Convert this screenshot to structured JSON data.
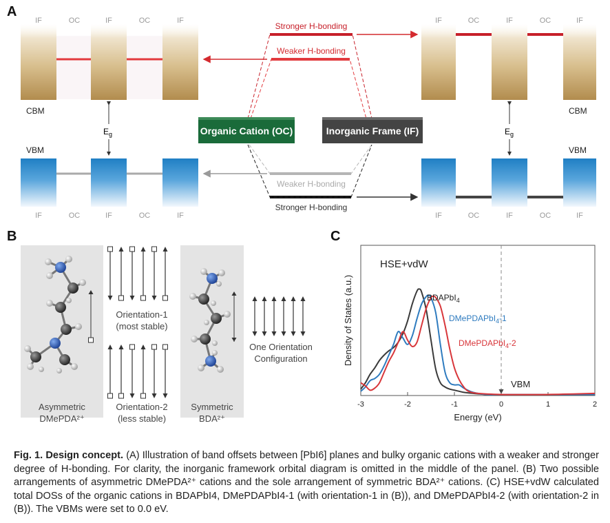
{
  "panels": {
    "a": "A",
    "b": "B",
    "c": "C"
  },
  "panel_a": {
    "if_label": "IF",
    "oc_label": "OC",
    "cbm": "CBM",
    "vbm": "VBM",
    "eg_main": "E",
    "eg_sub": "g",
    "stronger": "Stronger H-bonding",
    "weaker": "Weaker H-bonding",
    "organic_cation": "Organic Cation (OC)",
    "inorganic_frame": "Inorganic Frame (IF)",
    "colors": {
      "organic": "#1a6b3a",
      "inorganic": "#444444",
      "red": "#d42a2f",
      "gold": "#b8955a",
      "blue": "#2e86c7"
    }
  },
  "panel_b": {
    "asym_1": "Asymmetric",
    "asym_2": "DMePDA²⁺",
    "sym_1": "Symmetric",
    "sym_2": "BDA²⁺",
    "or1_1": "Orientation-1",
    "or1_2": "(most stable)",
    "or2_1": "Orientation-2",
    "or2_2": "(less stable)",
    "one_1": "One Orientation",
    "one_2": "Configuration"
  },
  "panel_c": {
    "annotation": "HSE+vdW",
    "vbm": "VBM"
  },
  "chart_data": {
    "type": "line",
    "title": "",
    "xlabel": "Energy (eV)",
    "ylabel": "Density of States (a.u.)",
    "xlim": [
      -3,
      2
    ],
    "ylim": [
      0,
      1.1
    ],
    "xticks": [
      -3,
      -2,
      -1,
      0,
      1,
      2
    ],
    "vline_x": 0,
    "series": [
      {
        "name_main": "BDAPbI",
        "name_sub": "4",
        "name_tail": "",
        "color": "#3a3a3a",
        "x": [
          -3,
          -2.9,
          -2.8,
          -2.7,
          -2.6,
          -2.5,
          -2.4,
          -2.3,
          -2.2,
          -2.1,
          -2.0,
          -1.9,
          -1.8,
          -1.75,
          -1.7,
          -1.6,
          -1.5,
          -1.4,
          -1.3,
          -1.2,
          -1.1,
          -1.0,
          -0.9,
          -0.8,
          -0.6,
          -0.3,
          0,
          1,
          2
        ],
        "y": [
          0.06,
          0.12,
          0.2,
          0.26,
          0.33,
          0.38,
          0.42,
          0.45,
          0.5,
          0.58,
          0.7,
          0.86,
          0.98,
          1.0,
          0.97,
          0.8,
          0.52,
          0.25,
          0.12,
          0.08,
          0.06,
          0.05,
          0.04,
          0.03,
          0.02,
          0.01,
          0.01,
          0.01,
          0.01
        ]
      },
      {
        "name_main": "DMePDAPbI",
        "name_sub": "4",
        "name_tail": "-1",
        "color": "#2e7bbf",
        "x": [
          -3,
          -2.9,
          -2.8,
          -2.7,
          -2.6,
          -2.5,
          -2.4,
          -2.3,
          -2.2,
          -2.1,
          -2.0,
          -1.9,
          -1.8,
          -1.7,
          -1.6,
          -1.55,
          -1.5,
          -1.4,
          -1.3,
          -1.2,
          -1.1,
          -1.0,
          -0.9,
          -0.8,
          -0.6,
          -0.3,
          0,
          1,
          2
        ],
        "y": [
          0.04,
          0.08,
          0.14,
          0.16,
          0.2,
          0.28,
          0.38,
          0.48,
          0.6,
          0.54,
          0.48,
          0.56,
          0.72,
          0.86,
          0.93,
          0.94,
          0.92,
          0.78,
          0.48,
          0.22,
          0.12,
          0.1,
          0.1,
          0.07,
          0.03,
          0.01,
          0.01,
          0.01,
          0.01
        ]
      },
      {
        "name_main": "DMePDAPbI",
        "name_sub": "4",
        "name_tail": "-2",
        "color": "#d8363a",
        "x": [
          -3,
          -2.9,
          -2.8,
          -2.7,
          -2.6,
          -2.5,
          -2.4,
          -2.3,
          -2.2,
          -2.1,
          -2.0,
          -1.9,
          -1.8,
          -1.7,
          -1.6,
          -1.5,
          -1.45,
          -1.4,
          -1.3,
          -1.2,
          -1.1,
          -1.0,
          -0.9,
          -0.8,
          -0.7,
          -0.5,
          0,
          1,
          2
        ],
        "y": [
          0.12,
          0.09,
          0.05,
          0.07,
          0.12,
          0.22,
          0.32,
          0.4,
          0.5,
          0.6,
          0.52,
          0.46,
          0.5,
          0.66,
          0.82,
          0.92,
          0.93,
          0.92,
          0.84,
          0.66,
          0.44,
          0.26,
          0.15,
          0.08,
          0.04,
          0.02,
          0.01,
          0.01,
          0.02
        ]
      }
    ]
  },
  "caption": {
    "fig": "Fig. 1. Design concept.",
    "text": " (A) Illustration of band offsets between [PbI6] planes and bulky organic cations with a weaker and stronger degree of H-bonding. For clarity, the inorganic framework orbital diagram is omitted in the middle of the panel. (B) Two possible arrangements of asymmetric DMePDA²⁺ cations and the sole arrangement of symmetric BDA²⁺ cations. (C) HSE+vdW calculated total DOSs of the organic cations in BDAPbI4, DMePDAPbI4-1 (with orientation-1 in (B)), and DMePDAPbI4-2 (with orientation-2 in (B)). The VBMs were set to 0.0 eV."
  }
}
